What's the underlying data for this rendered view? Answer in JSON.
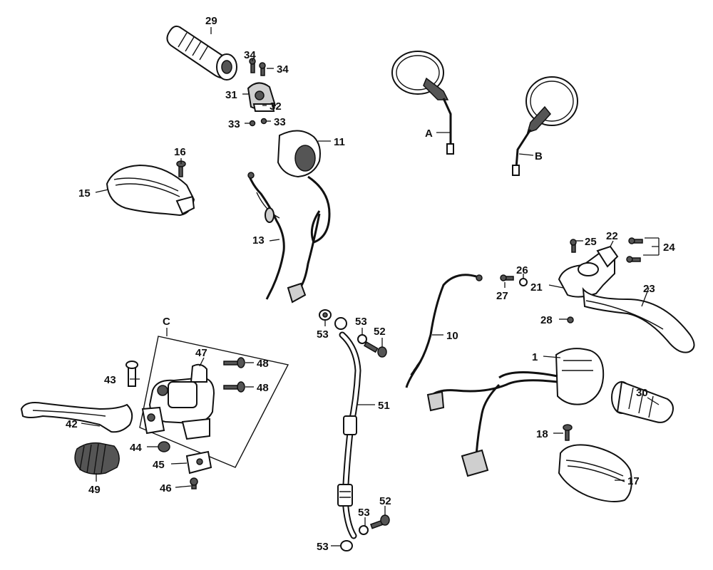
{
  "diagram": {
    "callouts": {
      "c29": "29",
      "c34a": "34",
      "c34b": "34",
      "c31": "31",
      "c32": "32",
      "c33a": "33",
      "c33b": "33",
      "c11": "11",
      "c16": "16",
      "c15": "15",
      "c13": "13",
      "cA": "A",
      "cB": "B",
      "c25": "25",
      "c22": "22",
      "c24": "24",
      "c26": "26",
      "c27": "27",
      "c21": "21",
      "c23": "23",
      "c28": "28",
      "cC": "C",
      "c47": "47",
      "c48a": "48",
      "c48b": "48",
      "c43": "43",
      "c42": "42",
      "c44": "44",
      "c45": "45",
      "c46": "46",
      "c49": "49",
      "c53a": "53",
      "c53b": "53",
      "c52a": "52",
      "c10": "10",
      "c51": "51",
      "c52b": "52",
      "c53c": "53",
      "c53d": "53",
      "c1": "1",
      "c30": "30",
      "c18": "18",
      "c17": "17"
    }
  }
}
